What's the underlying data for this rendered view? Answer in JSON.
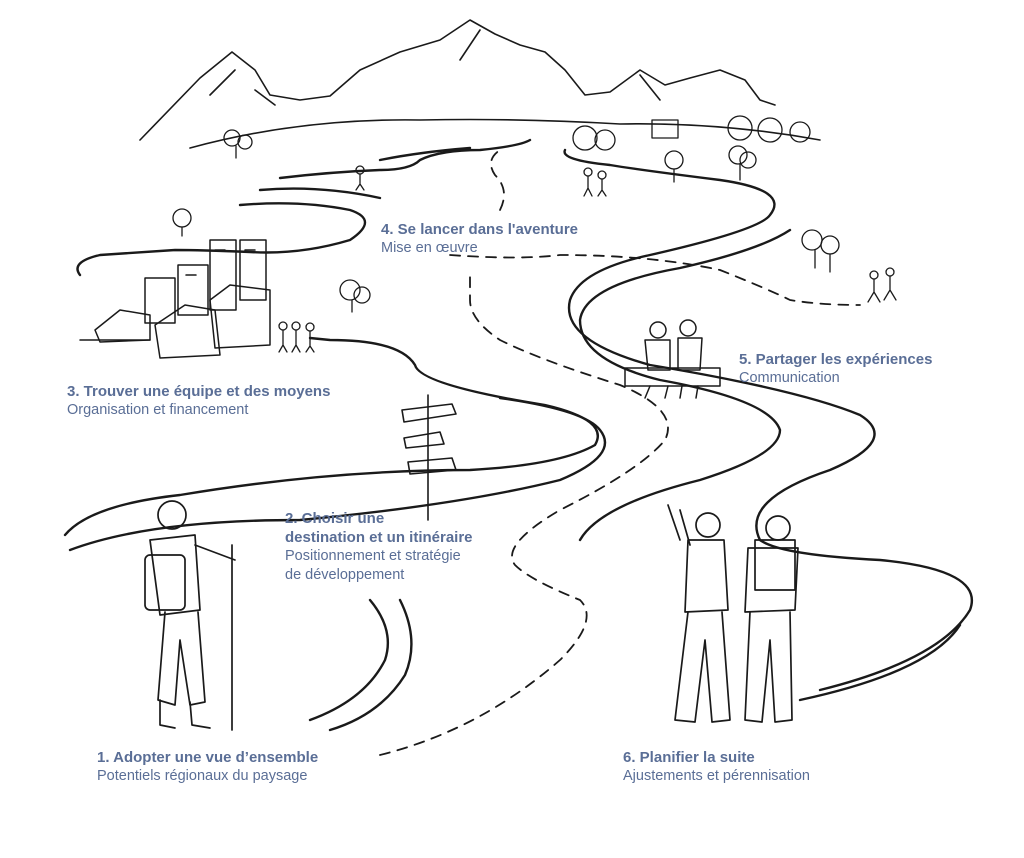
{
  "steps": [
    {
      "title": "1. Adopter une vue d’ensemble",
      "subtitle": "Potentiels régionaux du paysage"
    },
    {
      "title_line1": "2. Choisir une",
      "title_line2": "destination et un itinéraire",
      "subtitle_line1": "Positionnement et stratégie",
      "subtitle_line2": "de développement"
    },
    {
      "title": "3. Trouver une équipe et des moyens",
      "subtitle": "Organisation et financement"
    },
    {
      "title": "4. Se lancer dans l'aventure",
      "subtitle": "Mise en œuvre"
    },
    {
      "title": "5. Partager les expériences",
      "subtitle": "Communication"
    },
    {
      "title": "6. Planifier la suite",
      "subtitle": "Ajustements et pérennisation"
    }
  ],
  "colors": {
    "label": "#5a6e96",
    "ink": "#1a1a1a"
  }
}
